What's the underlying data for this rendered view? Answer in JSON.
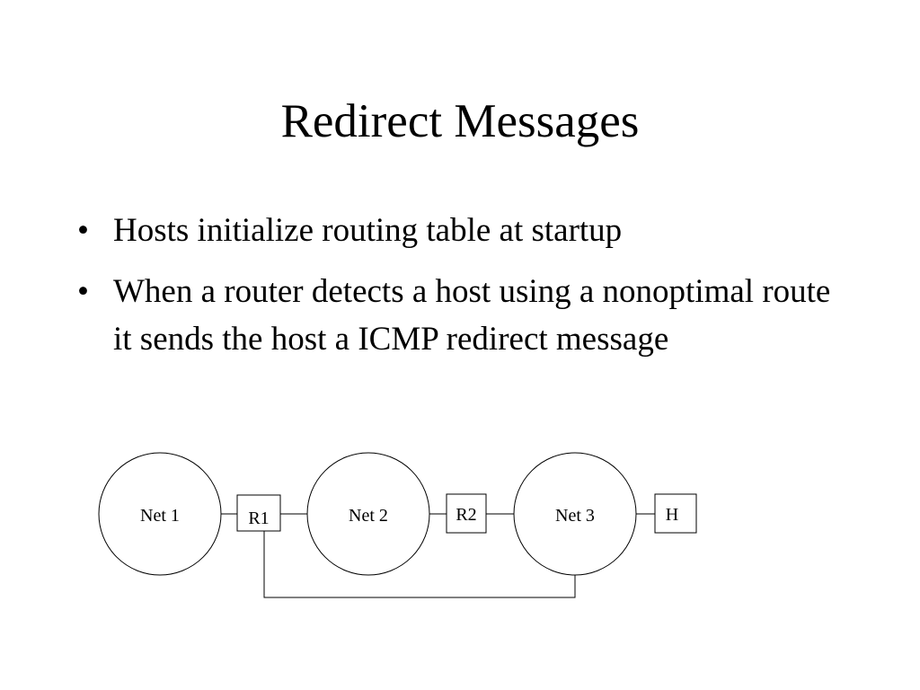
{
  "title": "Redirect Messages",
  "bullets": [
    "Hosts initialize routing table at startup",
    "When a router detects a host using a nonoptimal route it sends the host a ICMP redirect message"
  ],
  "bullet_symbol": "•",
  "diagram": {
    "networks": [
      "Net 1",
      "Net 2",
      "Net 3"
    ],
    "routers": [
      "R1",
      "R2"
    ],
    "host": "H",
    "stroke_color": "#000000",
    "fill_color": "#ffffff"
  }
}
